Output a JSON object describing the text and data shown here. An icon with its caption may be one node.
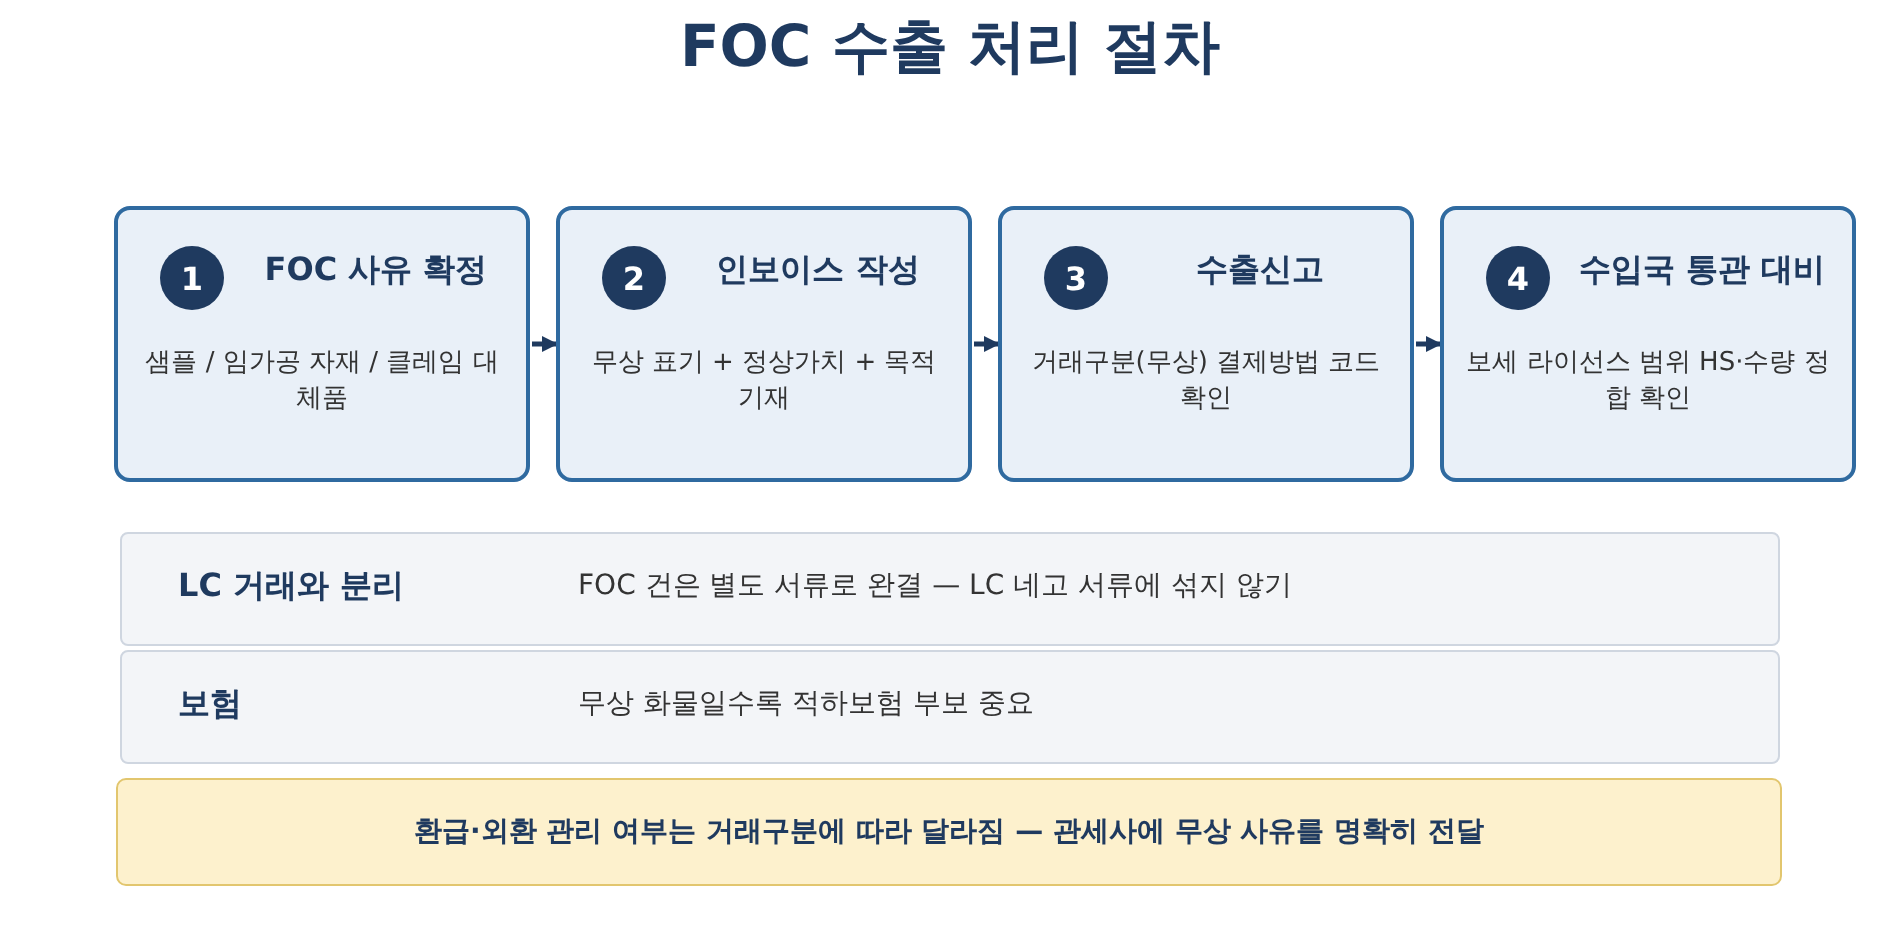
{
  "diagram": {
    "title": "FOC 수출 처리 절차",
    "nodes": [
      {
        "text": [
          "1",
          "FOC 사유 확정",
          "샘플 / 임가공 자재 / 클레임 대체품"
        ]
      },
      {
        "text": [
          "2",
          "인보이스 작성",
          "무상 표기 + 정상가치 + 목적 기재"
        ]
      },
      {
        "text": [
          "3",
          "수출신고",
          "거래구분(무상) 결제방법 코드 확인"
        ]
      },
      {
        "text": [
          "4",
          "수입국 통관 대비",
          "보세 라이선스 범위 HS·수량 정합 확인"
        ]
      },
      {
        "text": [
          "LC 거래와 분리",
          "FOC 건은 별도 서류로 완결 — LC 네고 서류에 섞지 않기"
        ]
      },
      {
        "text": [
          "보험",
          "무상 화물일수록 적하보험 부보 중요"
        ]
      },
      {
        "text": [
          "환급·외환 관리 여부는 거래구분에 따라 달라짐 — 관세사에 무상 사유를 명확히 전달"
        ]
      }
    ],
    "edges": [
      {
        "from": 0,
        "to": 1,
        "arrow": "to"
      },
      {
        "from": 1,
        "to": 2,
        "arrow": "to"
      },
      {
        "from": 2,
        "to": 3,
        "arrow": "to"
      }
    ]
  }
}
